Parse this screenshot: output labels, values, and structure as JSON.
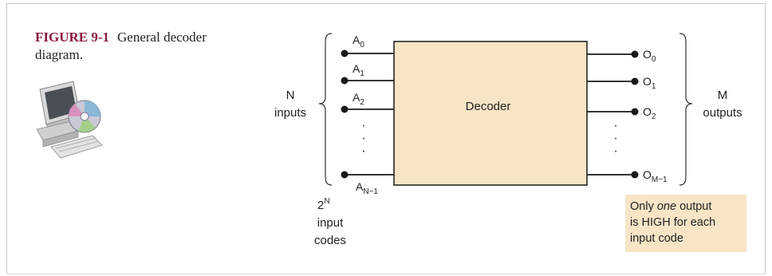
{
  "caption": {
    "figure_label": "FIGURE 9-1",
    "figure_title": "General decoder diagram."
  },
  "icons": {
    "computer_cd": "computer-cd-icon"
  },
  "colors": {
    "decoder_fill": "#f7e5c6",
    "note_fill": "#f7e5c6",
    "figure_label": "#8a1a3c",
    "wire": "#1a1a1a"
  },
  "diagram": {
    "block_label": "Decoder",
    "inputs_label_line1": "N",
    "inputs_label_line2": "inputs",
    "outputs_label_line1": "M",
    "outputs_label_line2": "outputs",
    "input_pins": [
      {
        "base": "A",
        "sub": "0"
      },
      {
        "base": "A",
        "sub": "1"
      },
      {
        "base": "A",
        "sub": "2"
      },
      {
        "base": "A",
        "sub": "N−1"
      }
    ],
    "output_pins": [
      {
        "base": "O",
        "sub": "0"
      },
      {
        "base": "O",
        "sub": "1"
      },
      {
        "base": "O",
        "sub": "2"
      },
      {
        "base": "O",
        "sub": "M−1"
      }
    ],
    "codes_label_base": "2",
    "codes_label_sup": "N",
    "codes_label_line2": "input",
    "codes_label_line3": "codes",
    "note_line1_pre": "Only ",
    "note_line1_em": "one",
    "note_line1_post": " output",
    "note_line2": "is HIGH for each",
    "note_line3": "input code",
    "ellipsis": "·"
  }
}
